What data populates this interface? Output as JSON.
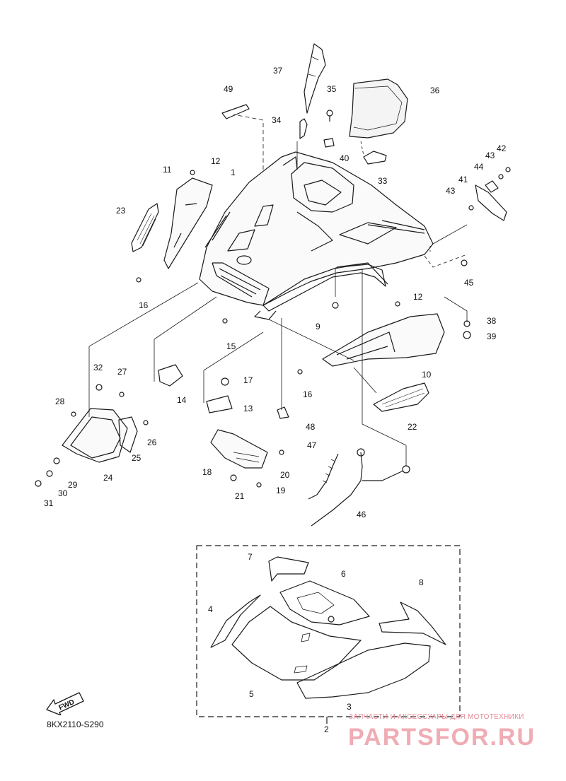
{
  "diagram": {
    "drawing_code": "8KX2110-S290",
    "fwd_label": "FWD",
    "callouts": [
      "1",
      "2",
      "3",
      "4",
      "5",
      "6",
      "7",
      "8",
      "9",
      "10",
      "11",
      "12",
      "12",
      "13",
      "14",
      "15",
      "16",
      "16",
      "17",
      "18",
      "19",
      "20",
      "21",
      "22",
      "23",
      "24",
      "25",
      "26",
      "27",
      "28",
      "29",
      "30",
      "31",
      "32",
      "33",
      "34",
      "35",
      "36",
      "37",
      "38",
      "39",
      "40",
      "41",
      "42",
      "43",
      "43",
      "44",
      "45",
      "46",
      "47",
      "48",
      "49"
    ]
  },
  "watermark": {
    "tagline": "ЗАПЧАСТИ И АКСЕССУАРЫ ДЛЯ МОТОТЕХНИКИ",
    "logo_text": "PARTSFOR.RU",
    "color": "#e0485a"
  }
}
